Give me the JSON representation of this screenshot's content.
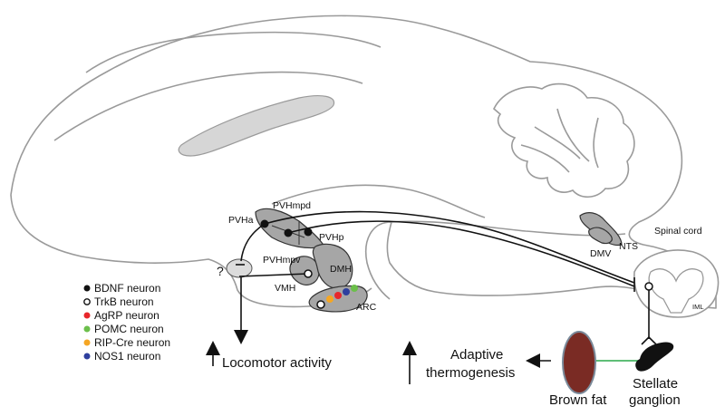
{
  "regions": {
    "pvha": "PVHa",
    "pvhmpd": "PVHmpd",
    "pvhp": "PVHp",
    "pvhmpv": "PVHmpv",
    "dmh": "DMH",
    "vmh": "VMH",
    "arc": "ARC",
    "dmv": "DMV",
    "nts": "NTS",
    "spinal_cord": "Spinal cord",
    "iml": "IML",
    "question": "?"
  },
  "legend": [
    {
      "label": "BDNF neuron",
      "color": "#111111",
      "filled": true
    },
    {
      "label": "TrkB neuron",
      "color": "#111111",
      "filled": false
    },
    {
      "label": "AgRP neuron",
      "color": "#e8262b",
      "filled": true
    },
    {
      "label": "POMC neuron",
      "color": "#6cbf4b",
      "filled": true
    },
    {
      "label": "RIP-Cre neuron",
      "color": "#f5a623",
      "filled": true
    },
    {
      "label": "NOS1 neuron",
      "color": "#2e3f9e",
      "filled": true
    }
  ],
  "outputs": {
    "locomotor": "Locomotor activity",
    "adaptive_line1": "Adaptive",
    "adaptive_line2": "thermogenesis",
    "brown_fat": "Brown fat",
    "stellate_line1": "Stellate",
    "stellate_line2": "ganglion"
  },
  "colors": {
    "brain_outline": "#9a9a9a",
    "region_fill": "#a6a6a6",
    "brown_fat": "#7a2b24",
    "sympathetic_fiber": "#2aa84a"
  }
}
